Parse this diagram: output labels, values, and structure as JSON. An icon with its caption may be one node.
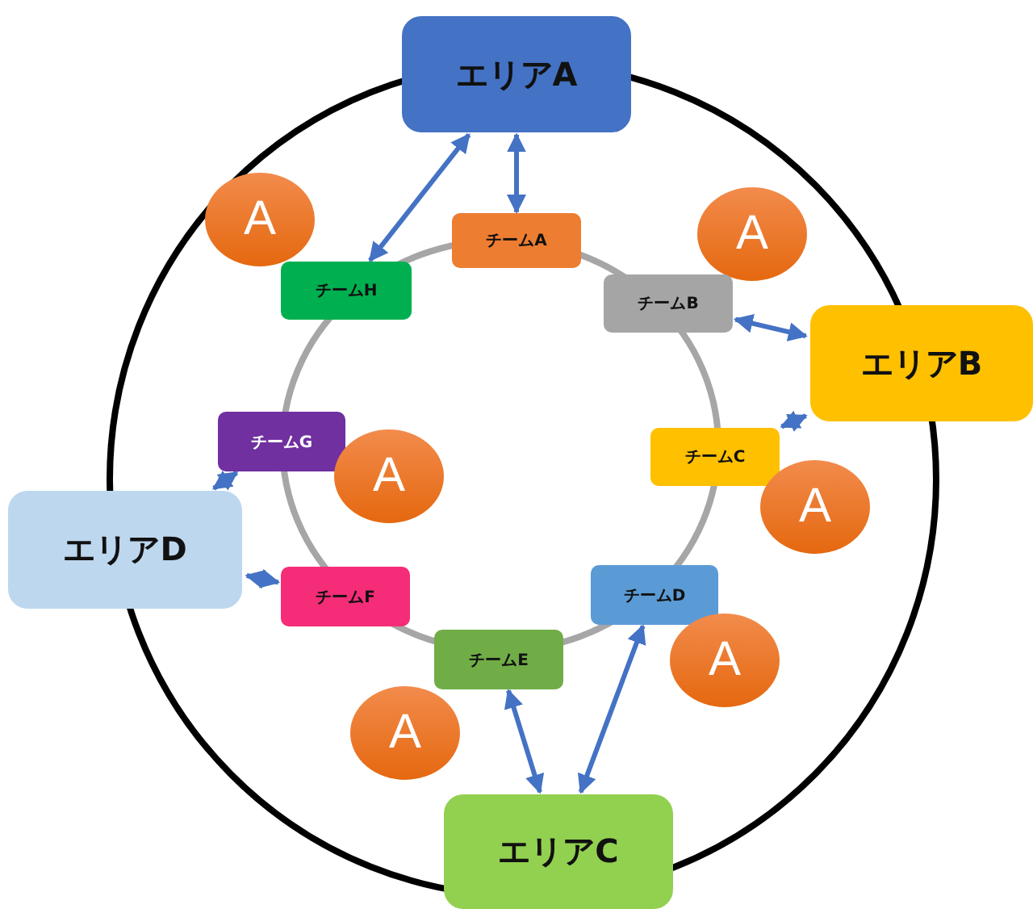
{
  "diagram": {
    "nodes": [
      {
        "text": [
          "エリアA"
        ]
      },
      {
        "text": [
          "A"
        ]
      },
      {
        "text": [
          "チームA"
        ]
      },
      {
        "text": [
          "A"
        ]
      },
      {
        "text": [
          "チームH"
        ]
      },
      {
        "text": [
          "チームB"
        ]
      },
      {
        "text": [
          "エリアB"
        ]
      },
      {
        "text": [
          "チームG"
        ]
      },
      {
        "text": [
          "A"
        ]
      },
      {
        "text": [
          "チームC"
        ]
      },
      {
        "text": [
          "エリアD"
        ]
      },
      {
        "text": [
          "A"
        ]
      },
      {
        "text": [
          "チームF"
        ]
      },
      {
        "text": [
          "チームD"
        ]
      },
      {
        "text": [
          "チームE"
        ]
      },
      {
        "text": [
          "A"
        ]
      },
      {
        "text": [
          "A"
        ]
      },
      {
        "text": [
          "エリアC"
        ]
      }
    ],
    "edges": [
      {
        "from": 0,
        "to": 4,
        "arrow": "both"
      },
      {
        "from": 0,
        "to": 2,
        "arrow": "both"
      },
      {
        "from": 5,
        "to": 6,
        "arrow": "both"
      },
      {
        "from": 6,
        "to": 9,
        "arrow": "both"
      },
      {
        "from": 7,
        "to": 10,
        "arrow": "both"
      },
      {
        "from": 10,
        "to": 12,
        "arrow": "both"
      },
      {
        "from": 13,
        "to": 17,
        "arrow": "both"
      },
      {
        "from": 14,
        "to": 17,
        "arrow": "both"
      }
    ]
  }
}
